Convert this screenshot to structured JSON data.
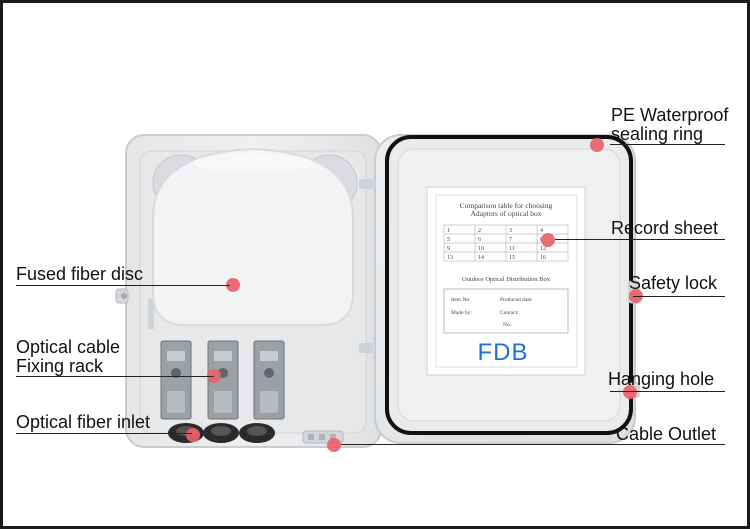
{
  "image": {
    "brand": "FDB",
    "record_sheet": {
      "title_line1": "Comparison table for choosing",
      "title_line2": "Adaptors of optical box",
      "grid": [
        [
          "1",
          "2",
          "3",
          "4"
        ],
        [
          "5",
          "6",
          "7",
          "8"
        ],
        [
          "9",
          "10",
          "11",
          "12"
        ],
        [
          "13",
          "14",
          "15",
          "16"
        ]
      ],
      "box_title": "Outdoor Optical Distribution Box",
      "item_no": "Item No:",
      "produced_date": "Produced date:",
      "made_by": "Made by:",
      "contact": "Contact:",
      "no": "No:"
    }
  },
  "callouts": {
    "pe_waterproof_line1": "PE Waterproof",
    "pe_waterproof_line2": "sealing ring",
    "record_sheet": "Record sheet",
    "safety_lock": "Safety lock",
    "hanging_hole": "Hanging hole",
    "cable_outlet": "Cable Outlet",
    "fused_fiber_disc": "Fused fiber disc",
    "optical_cable_line1": "Optical cable",
    "optical_cable_line2": "Fixing rack",
    "optical_fiber_inlet": "Optical fiber inlet"
  },
  "colors": {
    "marker": "#e8626a",
    "border": "#1a1a1a",
    "brand_text": "#1e6fd9",
    "seal": "#111111"
  }
}
